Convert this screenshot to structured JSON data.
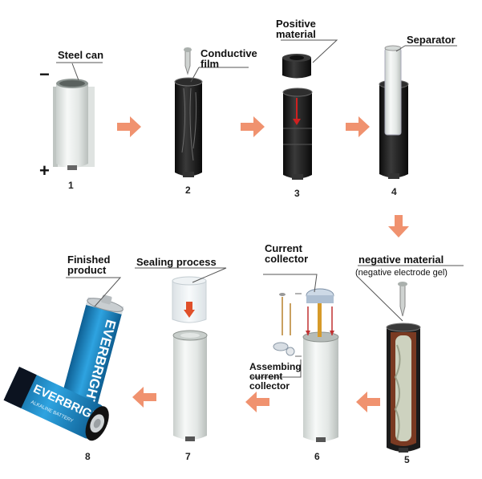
{
  "labels": {
    "steel_can": "Steel can",
    "conductive_film": "Conductive\nfilm",
    "positive_material": "Positive\nmaterial",
    "separator": "Separator",
    "negative_material": "negative material",
    "negative_gel": "(negative electrode gel)",
    "current_collector": "Current\ncollector",
    "assembling_collector": "Assembing\ncurrent\ncollector",
    "sealing_process": "Sealing process",
    "finished_product": "Finished\nproduct"
  },
  "signs": {
    "minus": "−",
    "plus": "+"
  },
  "steps": [
    "1",
    "2",
    "3",
    "4",
    "5",
    "6",
    "7",
    "8"
  ],
  "brand": {
    "name": "EVERBRIGHT",
    "cell_text": "ALKALINE BATTERY",
    "colors": {
      "blue": "#1f8fd0",
      "dark": "#0c1320"
    }
  },
  "colors": {
    "arrow": "#f0926f",
    "can_white": "#e8ecea",
    "can_black": "#1c1c1c"
  }
}
